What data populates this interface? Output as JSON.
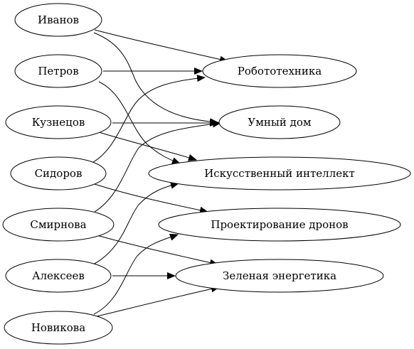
{
  "graph": {
    "people": [
      {
        "id": "ivanov",
        "label": "Иванов"
      },
      {
        "id": "petrov",
        "label": "Петров"
      },
      {
        "id": "kuznetsov",
        "label": "Кузнецов"
      },
      {
        "id": "sidorov",
        "label": "Сидоров"
      },
      {
        "id": "smirnova",
        "label": "Смирнова"
      },
      {
        "id": "alekseev",
        "label": "Алексеев"
      },
      {
        "id": "novikova",
        "label": "Новикова"
      }
    ],
    "projects": [
      {
        "id": "robotics",
        "label": "Робототехника"
      },
      {
        "id": "smarthome",
        "label": "Умный дом"
      },
      {
        "id": "ai",
        "label": "Искусственный интеллект"
      },
      {
        "id": "drones",
        "label": "Проектирование дронов"
      },
      {
        "id": "green",
        "label": "Зеленая энергетика"
      }
    ],
    "edges": [
      {
        "from": "ivanov",
        "to": "robotics"
      },
      {
        "from": "ivanov",
        "to": "smarthome"
      },
      {
        "from": "petrov",
        "to": "robotics"
      },
      {
        "from": "petrov",
        "to": "ai"
      },
      {
        "from": "kuznetsov",
        "to": "smarthome"
      },
      {
        "from": "kuznetsov",
        "to": "ai"
      },
      {
        "from": "sidorov",
        "to": "robotics"
      },
      {
        "from": "sidorov",
        "to": "drones"
      },
      {
        "from": "smirnova",
        "to": "smarthome"
      },
      {
        "from": "smirnova",
        "to": "green"
      },
      {
        "from": "alekseev",
        "to": "ai"
      },
      {
        "from": "alekseev",
        "to": "green"
      },
      {
        "from": "novikova",
        "to": "drones"
      },
      {
        "from": "novikova",
        "to": "green"
      }
    ]
  }
}
